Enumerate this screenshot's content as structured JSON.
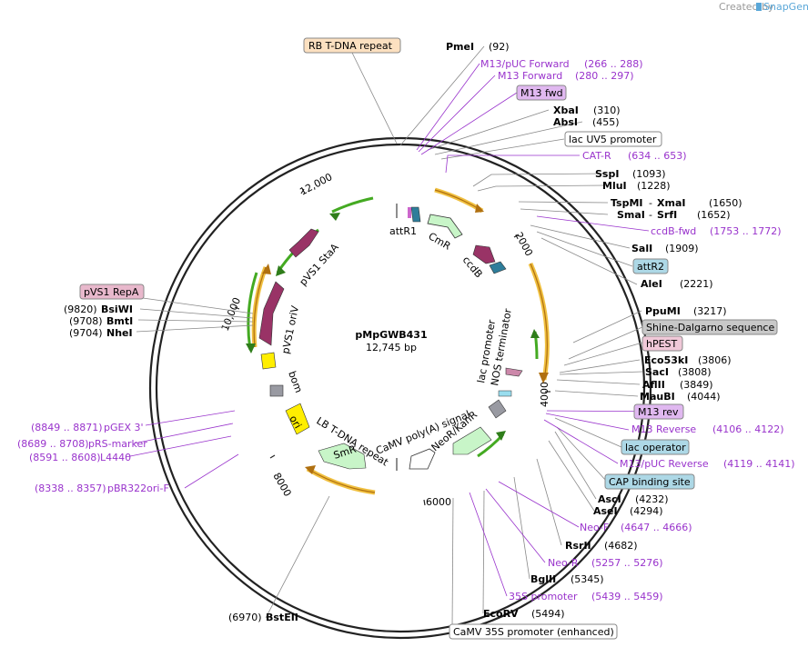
{
  "credit": "Created by",
  "brand": "SnapGene",
  "plasmid": {
    "name": "pMpGWB431",
    "length": "12,745 bp"
  },
  "colors": {
    "enzyme_line": "#888888",
    "primer": "#9933cc",
    "yellow_arc": "#f0c040",
    "green_arc": "#44aa22",
    "feature_magenta": "#993366",
    "feature_teal": "#2e7d9a",
    "feature_lightgreen": "#c8f5c8",
    "feature_yellow": "#ffee00",
    "feature_grey": "#999aa2"
  },
  "ticks": [
    "12,000",
    "2000",
    "4000",
    "6000",
    "8000",
    "10,000"
  ],
  "enzymes": [
    {
      "name": "PmeI",
      "pos": "(92)"
    },
    {
      "name": "XbaI",
      "pos": "(310)"
    },
    {
      "name": "AbsI",
      "pos": "(455)"
    },
    {
      "name": "SspI",
      "pos": "(1093)"
    },
    {
      "name": "MluI",
      "pos": "(1228)"
    },
    {
      "name": "TspMI",
      "name2": "XmaI",
      "pos": "(1650)"
    },
    {
      "name": "SmaI",
      "name2": "SrfI",
      "pos": "(1652)"
    },
    {
      "name": "SalI",
      "pos": "(1909)"
    },
    {
      "name": "AleI",
      "pos": "(2221)"
    },
    {
      "name": "PpuMI",
      "pos": "(3217)"
    },
    {
      "name": "Eco53kI",
      "pos": "(3806)"
    },
    {
      "name": "SacI",
      "pos": "(3808)"
    },
    {
      "name": "AflII",
      "pos": "(3849)"
    },
    {
      "name": "MauBI",
      "pos": "(4044)"
    },
    {
      "name": "AscI",
      "pos": "(4232)"
    },
    {
      "name": "AseI",
      "pos": "(4294)"
    },
    {
      "name": "RsrII",
      "pos": "(4682)"
    },
    {
      "name": "BglII",
      "pos": "(5345)"
    },
    {
      "name": "EcoRV",
      "pos": "(5494)"
    },
    {
      "name": "BstEII",
      "pos": "(6970)"
    },
    {
      "name": "BsiWI",
      "pos": "(9820)"
    },
    {
      "name": "BmtI",
      "pos": "(9708)"
    },
    {
      "name": "NheI",
      "pos": "(9704)"
    }
  ],
  "primers": [
    {
      "name": "M13/pUC Forward",
      "range": "(266 .. 288)"
    },
    {
      "name": "M13 Forward",
      "range": "(280 .. 297)"
    },
    {
      "name": "CAT-R",
      "range": "(634 .. 653)"
    },
    {
      "name": "ccdB-fwd",
      "range": "(1753 .. 1772)"
    },
    {
      "name": "M13 Reverse",
      "range": "(4106 .. 4122)"
    },
    {
      "name": "M13/pUC Reverse",
      "range": "(4119 .. 4141)"
    },
    {
      "name": "Neo-F",
      "range": "(4647 .. 4666)"
    },
    {
      "name": "Neo-R",
      "range": "(5257 .. 5276)"
    },
    {
      "name": "35S promoter",
      "range": "(5439 .. 5459)"
    },
    {
      "name": "pGEX 3'",
      "range": "(8849 .. 8871)"
    },
    {
      "name": "pRS-marker",
      "range": "(8689 .. 8708)"
    },
    {
      "name": "L4440",
      "range": "(8591 .. 8608)"
    },
    {
      "name": "pBR322ori-F",
      "range": "(8338 .. 8357)"
    }
  ],
  "boxed_features": {
    "rb_tdna": "RB T-DNA repeat",
    "m13_fwd": "M13 fwd",
    "lacuv5": "lac UV5 promoter",
    "attr2": "attR2",
    "shine": "Shine-Dalgarno sequence",
    "hpest": "hPEST",
    "m13_rev": "M13 rev",
    "lac_operator": "lac operator",
    "cap_site": "CAP binding site",
    "camv35s": "CaMV 35S promoter (enhanced)",
    "pvs1_repa": "pVS1 RepA"
  },
  "inner_labels": {
    "attr1": "attR1",
    "cmr": "CmR",
    "ccdb": "ccdB",
    "staa": "pVS1 StaA",
    "oriv": "pVS1 oriV",
    "bom": "bom",
    "ori": "ori",
    "smr": "SmR",
    "lb_tdna": "LB T-DNA repeat",
    "camv_polya": "CaMV poly(A) signal",
    "neokan": "NeoR/KanR",
    "lac_promoter": "lac promoter",
    "nos_term": "NOS terminator"
  }
}
